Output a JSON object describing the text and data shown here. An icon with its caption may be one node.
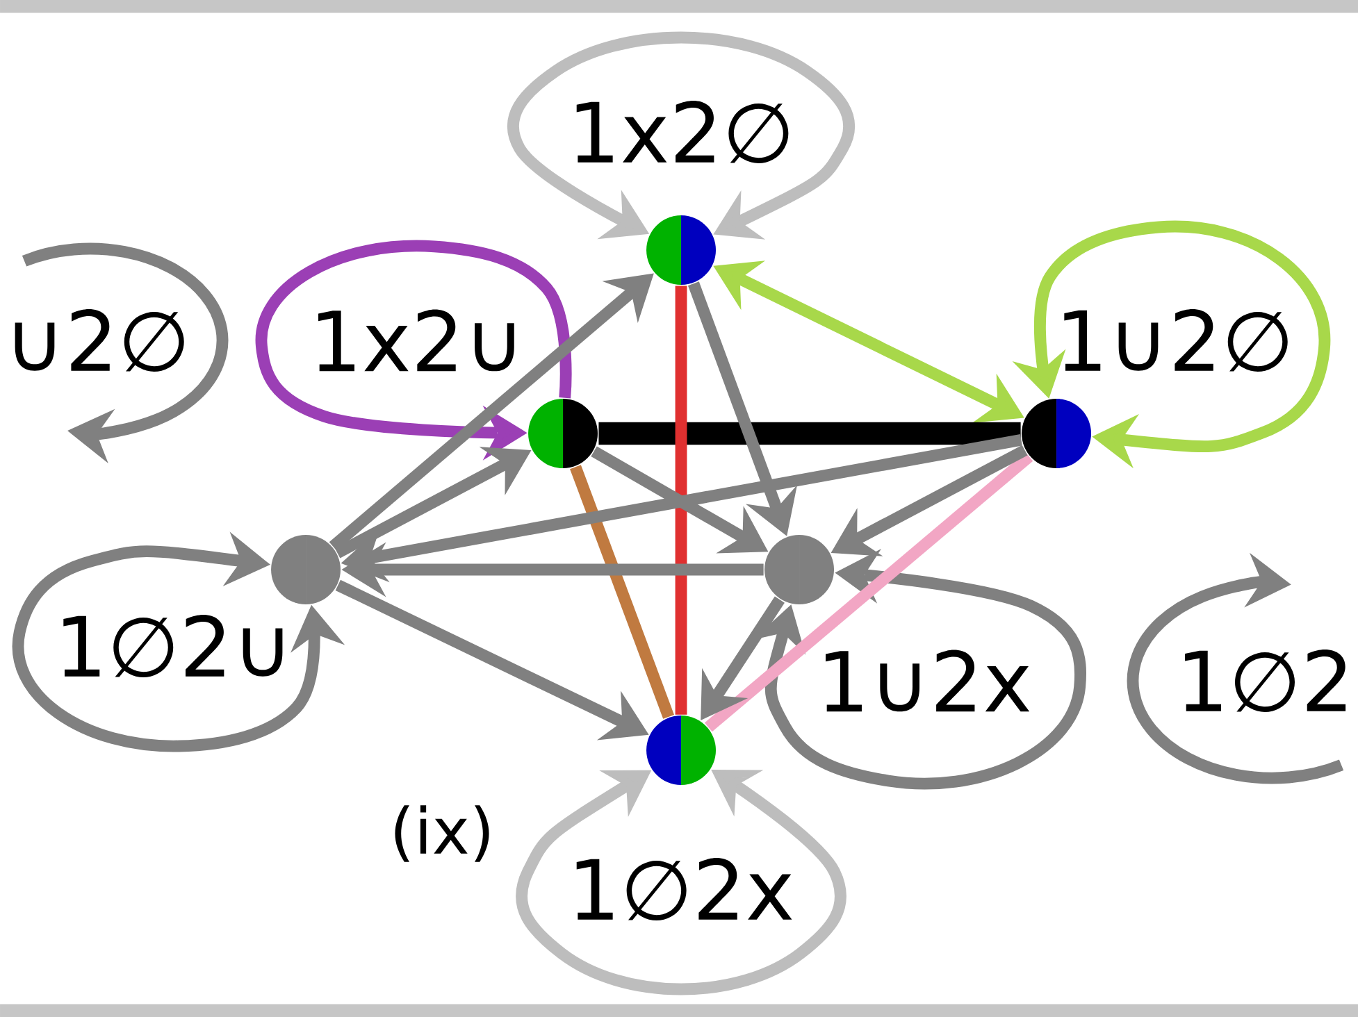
{
  "diagram": {
    "nodes": [
      {
        "text": [],
        "shape": "circle",
        "beside": [
          "1x2∅"
        ]
      },
      {
        "text": [],
        "shape": "circle",
        "beside": [
          "1x2∪"
        ]
      },
      {
        "text": [],
        "shape": "circle",
        "beside": [
          "1∪2∅"
        ]
      },
      {
        "text": [],
        "shape": "circle",
        "beside": [
          "1∅2∪"
        ]
      },
      {
        "text": [],
        "shape": "circle",
        "beside": [
          "1∪2x"
        ]
      },
      {
        "text": [],
        "shape": "circle",
        "beside": [
          "1∅2x"
        ]
      }
    ],
    "edges": [
      {
        "from": 0,
        "to": 0,
        "arrow": "both",
        "color": "#bdbdbd"
      },
      {
        "from": 1,
        "to": 1,
        "arrow": "to",
        "color": "#9b3fb5"
      },
      {
        "from": 2,
        "to": 2,
        "arrow": "both",
        "color": "#a8d84a"
      },
      {
        "from": 3,
        "to": 3,
        "arrow": "both"
      },
      {
        "from": 4,
        "to": 4,
        "arrow": "both"
      },
      {
        "from": 5,
        "to": 5,
        "arrow": "both",
        "color": "#bdbdbd"
      },
      {
        "from": 0,
        "to": 2,
        "arrow": "both",
        "color": "#a8d84a"
      },
      {
        "from": 1,
        "to": 2,
        "arrow": "none",
        "style": "thick",
        "color": "#000000"
      },
      {
        "from": 0,
        "to": 5,
        "arrow": "none",
        "color": "#e03030"
      },
      {
        "from": 1,
        "to": 5,
        "arrow": "none",
        "color": "#c07a40"
      },
      {
        "from": 2,
        "to": 5,
        "arrow": "none",
        "color": "#f2a6c4"
      },
      {
        "from": 3,
        "to": 0,
        "arrow": "to"
      },
      {
        "from": 3,
        "to": 1,
        "arrow": "to"
      },
      {
        "from": 2,
        "to": 3,
        "arrow": "to"
      },
      {
        "from": 4,
        "to": 3,
        "arrow": "to"
      },
      {
        "from": 3,
        "to": 5,
        "arrow": "to"
      },
      {
        "from": 0,
        "to": 4,
        "arrow": "to"
      },
      {
        "from": 1,
        "to": 4,
        "arrow": "to"
      },
      {
        "from": 2,
        "to": 4,
        "arrow": "to"
      },
      {
        "from": 4,
        "to": 5,
        "arrow": "to"
      }
    ],
    "labels": [
      "∪2∅",
      "1∅2",
      "(ix)"
    ]
  }
}
